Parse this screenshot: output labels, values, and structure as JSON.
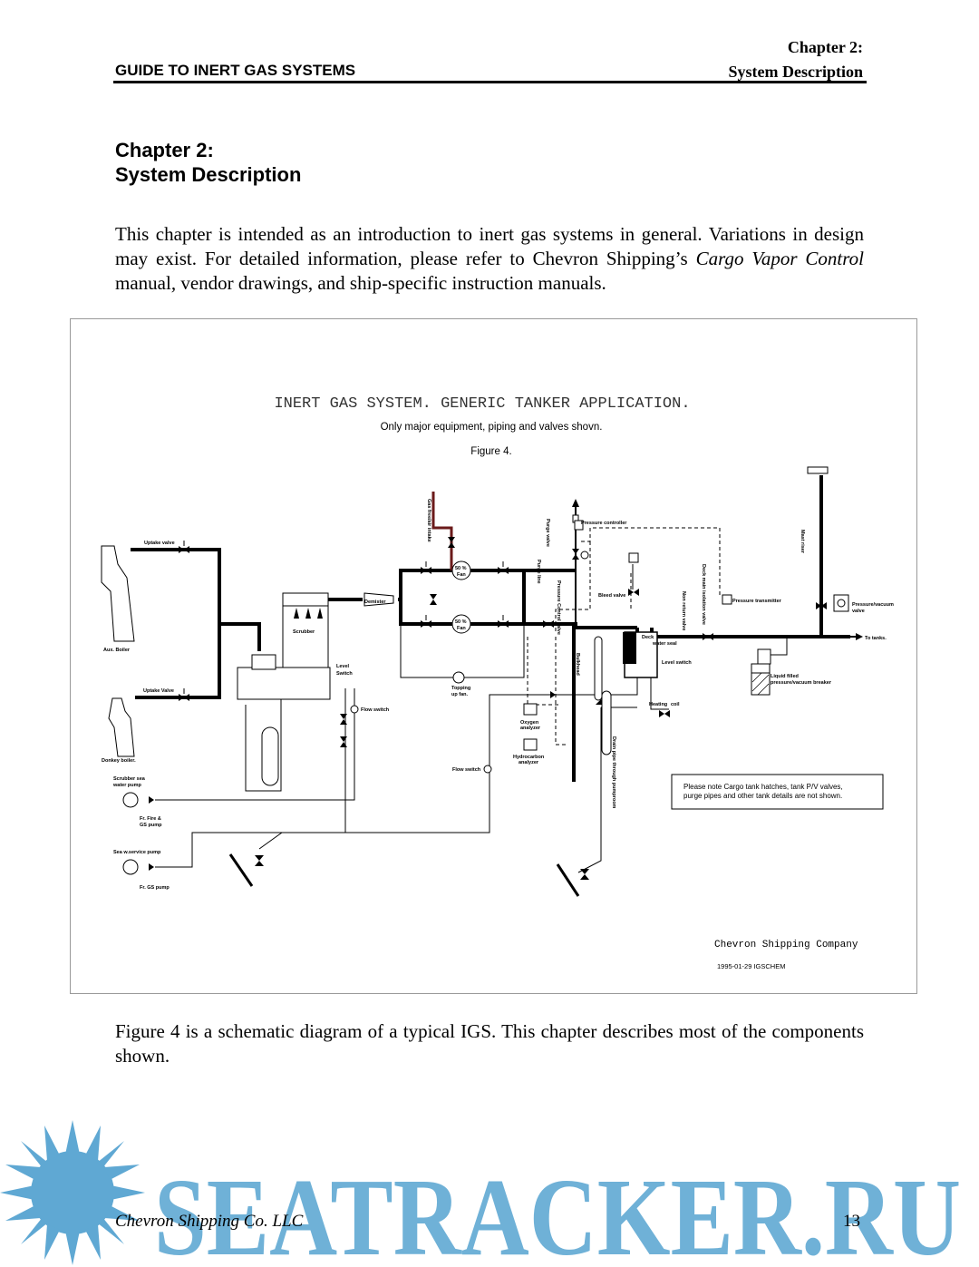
{
  "header": {
    "chapter": "Chapter 2:",
    "guide_title": "GUIDE TO INERT GAS SYSTEMS",
    "section": "System Description"
  },
  "chapter_heading": {
    "line1": "Chapter 2:",
    "line2": "System Description"
  },
  "intro": {
    "text_a": "This chapter is intended as an introduction to inert gas systems in general. Variations in design may exist. For detailed information, please refer to Chevron Shipping’s ",
    "italic_a": "Cargo Vapor Control",
    "text_b": " manual",
    "italic_comma": ",",
    "text_c": " vendor drawings, and ship-specific instruction manuals."
  },
  "figure": {
    "title": "INERT GAS SYSTEM. GENERIC TANKER APPLICATION.",
    "subtitle": "Only major equipment, piping and valves shovn.",
    "number": "Figure 4.",
    "note_line1": "Please note Cargo tank hatches, tank P/V valves,",
    "note_line2": "purge pipes and other tank details are not shown.",
    "company": "Chevron Shipping Company",
    "date_code": "1995-01-29   IGSCHEM",
    "labels": {
      "uptake_valve_1": "Uptake valve",
      "uptake_valve_2": "Uptake Valve",
      "aux_boiler": "Aux. Boiler",
      "donkey_boiler": "Donkey boiler.",
      "scrubber": "Scrubber",
      "demister": "Demister",
      "level_switch_1": "Level",
      "level_switch_2": "Switch",
      "flow_switch_1": "Flow switch",
      "flow_switch_2": "Flow switch",
      "fan_top": "50 %",
      "fan_top_2": "Fan",
      "fan_bottom": "50 %",
      "fan_bottom_2": "Fan",
      "topping_fan_1": "Topping",
      "topping_fan_2": "up fan.",
      "gas_free_intake": "Gas free/air intake",
      "purge_line": "Purge line",
      "purge_valve": "Purge valve",
      "pressure_controller": "Pressure controller",
      "pressure_control_valve": "Pressure Control valve",
      "bleed_valve": "Bleed valve",
      "bulkhead": "Bulkhead",
      "deck_water_seal_1": "Deck",
      "deck_water_seal_2": "water seal",
      "level_switch_seal": "Level switch",
      "heating_coil_1": "Heating",
      "heating_coil_2": "coil",
      "non_return_valve": "Non return valve",
      "deck_main_isolation": "Deck main isolation valve",
      "pressure_transmitter": "Pressure transmitter",
      "mast_riser": "Mast riser",
      "pv_valve_1": "Pressure/vacuum",
      "pv_valve_2": "valve",
      "to_tanks": "To tanks.",
      "liquid_breaker_1": "Liquid filled",
      "liquid_breaker_2": "pressure/vacuum breaker",
      "oxygen_analyzer_1": "Oxygen",
      "oxygen_analyzer_2": "analyzer",
      "hc_analyzer_1": "Hydrocarbon",
      "hc_analyzer_2": "analyzer",
      "drain_pipe": "Drain pipe through pumproom",
      "scrubber_pump_1": "Scrubber sea",
      "scrubber_pump_2": "water pump",
      "fire_gs_1": "Fr. Fire &",
      "fire_gs_2": "GS pump",
      "service_pump": "Sea w.service pump",
      "fr_gs_pump": "Fr. GS pump"
    }
  },
  "conclusion": "Figure 4 is a schematic diagram of a typical IGS. This chapter describes most of the components shown.",
  "footer": {
    "company": "Chevron Shipping Co. LLC",
    "page": "13"
  },
  "watermark": {
    "text": "SEATRACKER.RU",
    "color": "#5fa8d3"
  }
}
